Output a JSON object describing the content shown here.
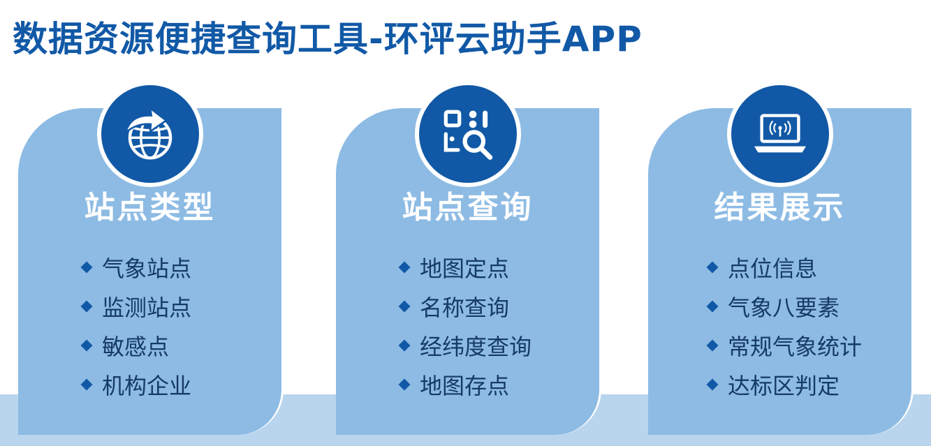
{
  "header": {
    "title": "数据资源便捷查询工具-环评云助手APP"
  },
  "colors": {
    "brand_blue": "#1159a6",
    "card_blue": "#8dbbe4",
    "band_blue": "#b9d5ee",
    "item_text": "#163a66"
  },
  "cards": [
    {
      "icon": "globe-arrow-icon",
      "title": "站点类型",
      "items": [
        "气象站点",
        "监测站点",
        "敏感点",
        "机构企业"
      ]
    },
    {
      "icon": "qr-search-icon",
      "title": "站点查询",
      "items": [
        "地图定点",
        "名称查询",
        "经纬度查询",
        "地图存点"
      ]
    },
    {
      "icon": "laptop-signal-icon",
      "title": "结果展示",
      "items": [
        "点位信息",
        "气象八要素",
        "常规气象统计",
        "达标区判定"
      ]
    }
  ]
}
